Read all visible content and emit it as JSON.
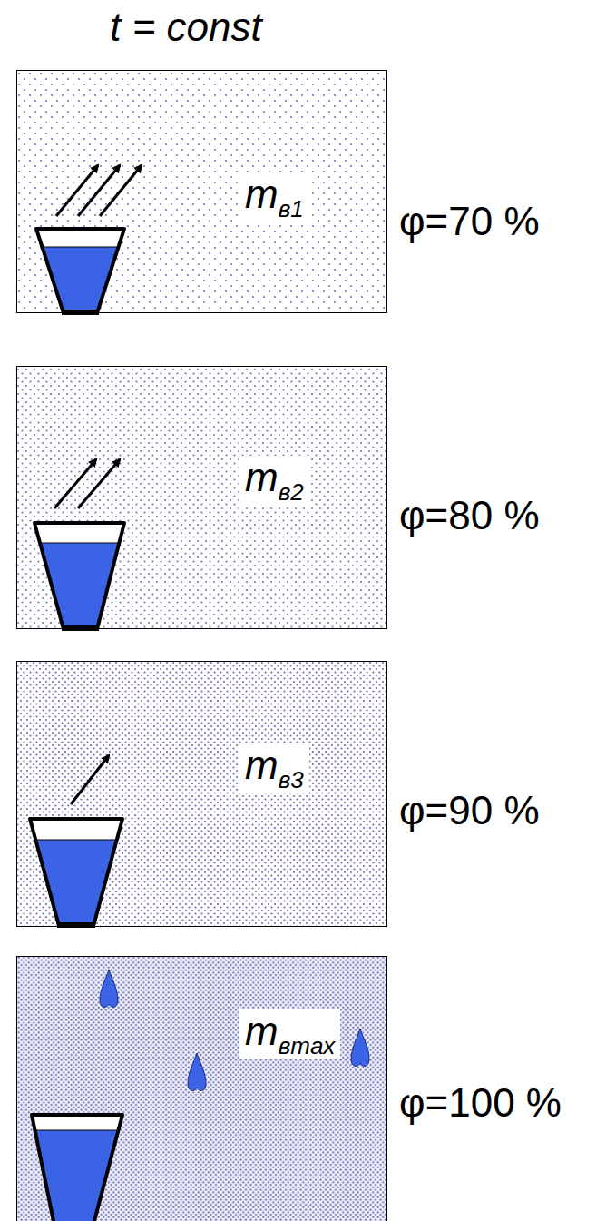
{
  "diagram": {
    "title": "t = const",
    "nodes": [
      {
        "text": [
          "m",
          "в1"
        ]
      },
      {
        "text": [
          "m",
          "в2"
        ]
      },
      {
        "text": [
          "m",
          "в3"
        ]
      },
      {
        "text": [
          "m",
          "вmax"
        ]
      }
    ],
    "labels": [
      "φ=70 %",
      "φ=80 %",
      "φ=90 %",
      "φ=100 %"
    ]
  }
}
